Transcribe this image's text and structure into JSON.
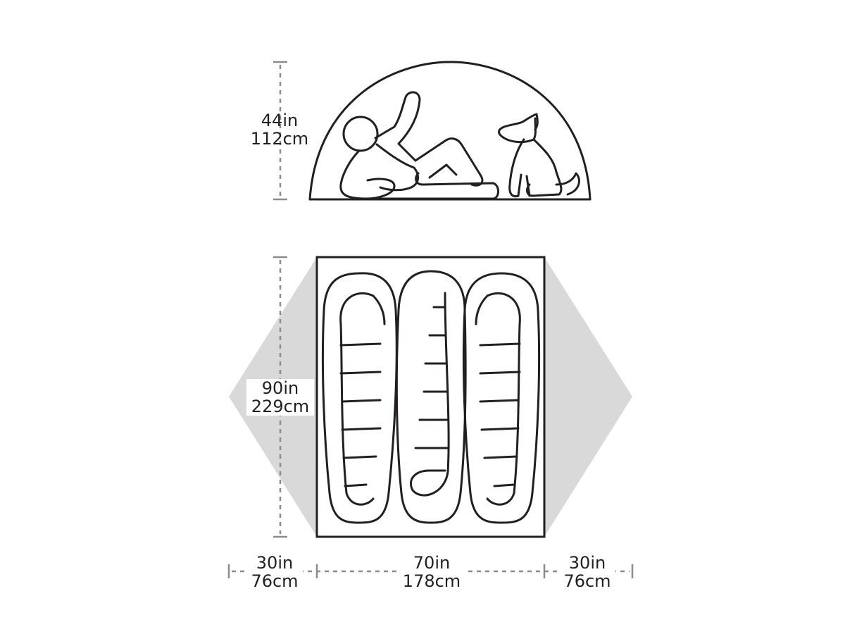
{
  "dimensions": {
    "height": {
      "in": "44in",
      "cm": "112cm"
    },
    "length": {
      "in": "90in",
      "cm": "229cm"
    },
    "vestibule_left": {
      "in": "30in",
      "cm": "76cm"
    },
    "floor_width": {
      "in": "70in",
      "cm": "178cm"
    },
    "vestibule_right": {
      "in": "30in",
      "cm": "76cm"
    }
  },
  "colors": {
    "outline": "#231f20",
    "dimension_line": "#8c8c8c",
    "vestibule_fill": "#d9d9d9",
    "background": "#ffffff"
  },
  "icons": [
    "person-reclining-icon",
    "dog-sitting-icon",
    "sleeping-bag-icon"
  ]
}
